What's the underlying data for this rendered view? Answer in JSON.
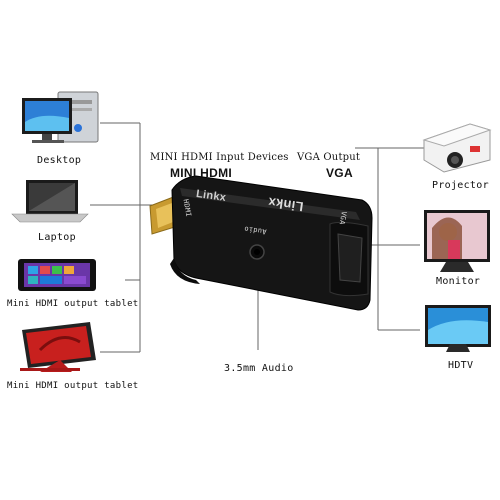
{
  "left_devices": [
    {
      "label": "Desktop",
      "icon": "desktop-computer-icon"
    },
    {
      "label": "Laptop",
      "icon": "laptop-icon"
    },
    {
      "label": "Mini HDMI output tablet",
      "icon": "tablet-icon"
    },
    {
      "label": "Mini HDMI output tablet",
      "icon": "tablet-stand-icon"
    }
  ],
  "right_devices": [
    {
      "label": "Projector",
      "icon": "projector-icon"
    },
    {
      "label": "Monitor",
      "icon": "monitor-icon"
    },
    {
      "label": "HDTV",
      "icon": "hdtv-icon"
    }
  ],
  "adapter": {
    "input_caption": "MINI HDMI Input Devices",
    "output_caption": "VGA Output",
    "input_type": "MINI HDMI",
    "output_type": "VGA",
    "brand": "Linkx",
    "port_hdmi": "HDMI",
    "port_audio": "Audio",
    "port_vga": "VGA",
    "audio_caption": "3.5mm Audio"
  },
  "colors": {
    "adapter_body": "#151515",
    "connector_gold": "#d4a83a",
    "line": "#555555"
  }
}
